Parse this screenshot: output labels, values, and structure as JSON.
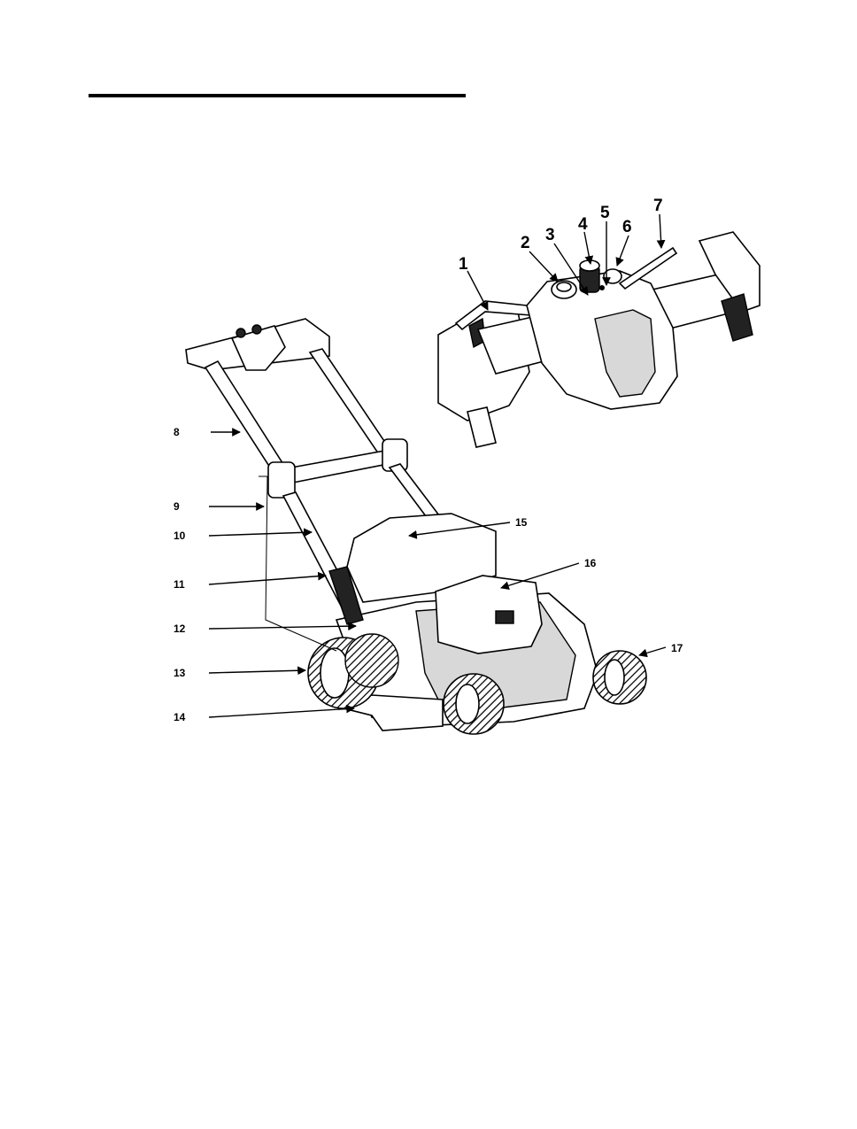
{
  "diagram": {
    "detail_labels": [
      "1",
      "2",
      "3",
      "4",
      "5",
      "6",
      "7"
    ],
    "main_labels": [
      "8",
      "9",
      "10",
      "11",
      "12",
      "13",
      "14",
      "15",
      "16",
      "17"
    ]
  },
  "colors": {
    "ink": "#000000",
    "background": "#ffffff"
  }
}
